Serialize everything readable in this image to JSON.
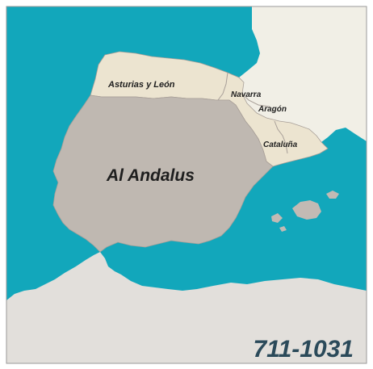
{
  "map": {
    "period": "711-1031",
    "regions": {
      "al_andalus": "Al Andalus",
      "asturias_leon": "Asturias y León",
      "navarra": "Navarra",
      "aragon": "Aragón",
      "cataluna": "Cataluña"
    },
    "colors": {
      "sea": "#12a7bb",
      "al_andalus": "#bfb8b1",
      "christian_kingdoms": "#ece4d0",
      "france": "#f1efe6",
      "africa": "#e2dfdb",
      "islands": "#c2bab4",
      "border": "#a89f98",
      "frame": "#9a9a9a",
      "background": "#ffffff"
    }
  }
}
